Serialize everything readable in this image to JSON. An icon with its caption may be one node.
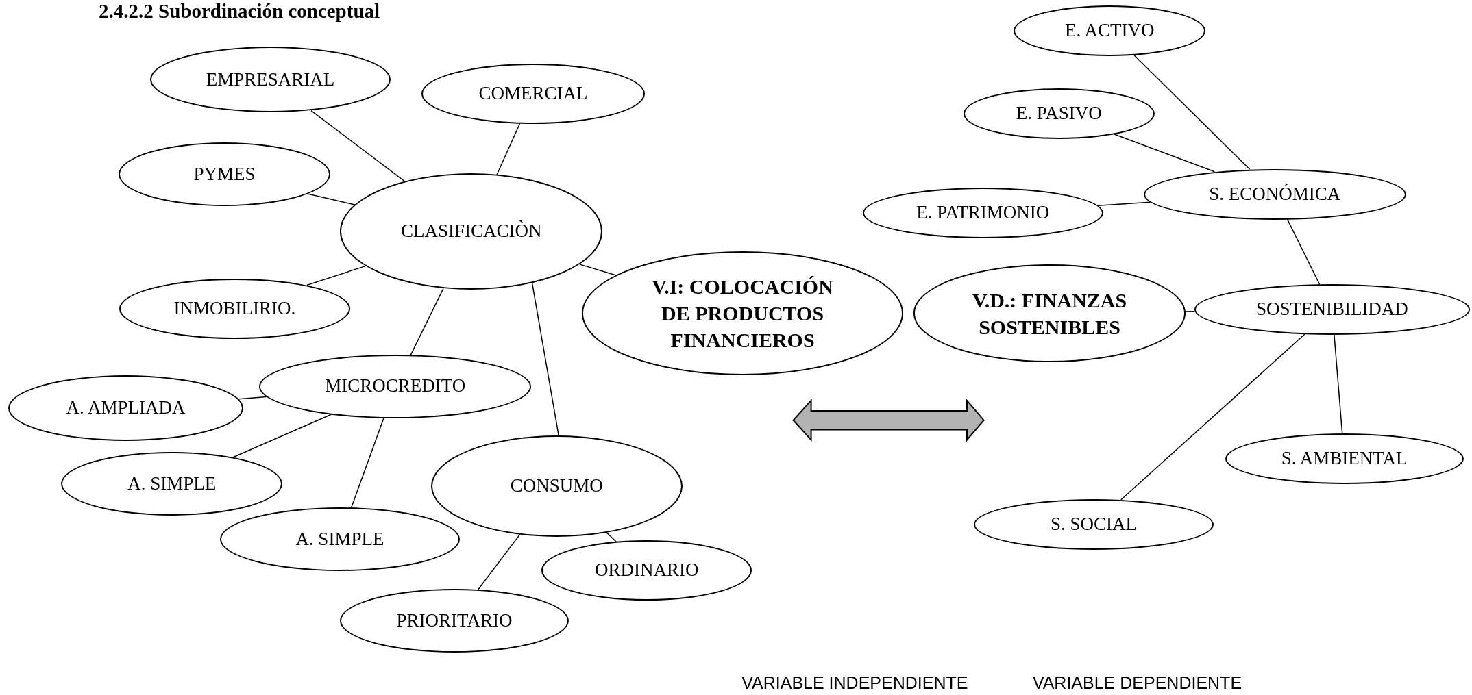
{
  "diagram": {
    "title": "2.4.2.2 Subordinación conceptual",
    "nodes": [
      {
        "text": [
          "EMPRESARIAL"
        ]
      },
      {
        "text": [
          "COMERCIAL"
        ]
      },
      {
        "text": [
          "PYMES"
        ]
      },
      {
        "text": [
          "CLASIFICACIÒN"
        ]
      },
      {
        "text": [
          "INMOBILIRIO."
        ]
      },
      {
        "text": [
          "V.I: COLOCACIÓN DE PRODUCTOS FINANCIEROS"
        ]
      },
      {
        "text": [
          "MICROCREDITO"
        ]
      },
      {
        "text": [
          "A. AMPLIADA"
        ]
      },
      {
        "text": [
          "A. SIMPLE"
        ]
      },
      {
        "text": [
          "CONSUMO"
        ]
      },
      {
        "text": [
          "A. SIMPLE"
        ]
      },
      {
        "text": [
          "ORDINARIO"
        ]
      },
      {
        "text": [
          "PRIORITARIO"
        ]
      },
      {
        "text": [
          "E. ACTIVO"
        ]
      },
      {
        "text": [
          "E. PASIVO"
        ]
      },
      {
        "text": [
          "S. ECONÓMICA"
        ]
      },
      {
        "text": [
          "E. PATRIMONIO"
        ]
      },
      {
        "text": [
          "V.D.: FINANZAS SOSTENIBLES"
        ]
      },
      {
        "text": [
          "SOSTENIBILIDAD"
        ]
      },
      {
        "text": [
          "S. AMBIENTAL"
        ]
      },
      {
        "text": [
          "S. SOCIAL"
        ]
      }
    ],
    "edges": [
      {
        "from": 0,
        "to": 3,
        "arrow": "none"
      },
      {
        "from": 1,
        "to": 3,
        "arrow": "none"
      },
      {
        "from": 2,
        "to": 3,
        "arrow": "none"
      },
      {
        "from": 4,
        "to": 3,
        "arrow": "none"
      },
      {
        "from": 3,
        "to": 5,
        "arrow": "none"
      },
      {
        "from": 3,
        "to": 6,
        "arrow": "none"
      },
      {
        "from": 3,
        "to": 9,
        "arrow": "none"
      },
      {
        "from": 6,
        "to": 7,
        "arrow": "none"
      },
      {
        "from": 6,
        "to": 8,
        "arrow": "none"
      },
      {
        "from": 6,
        "to": 10,
        "arrow": "none"
      },
      {
        "from": 9,
        "to": 11,
        "arrow": "none"
      },
      {
        "from": 9,
        "to": 12,
        "arrow": "none"
      },
      {
        "from": 13,
        "to": 15,
        "arrow": "none"
      },
      {
        "from": 14,
        "to": 15,
        "arrow": "none"
      },
      {
        "from": 16,
        "to": 15,
        "arrow": "none"
      },
      {
        "from": 15,
        "to": 18,
        "arrow": "none"
      },
      {
        "from": 17,
        "to": 18,
        "arrow": "none"
      },
      {
        "from": 18,
        "to": 19,
        "arrow": "none"
      },
      {
        "from": 18,
        "to": 20,
        "arrow": "none"
      }
    ],
    "labels": [
      "VARIABLE INDEPENDIENTE",
      "VARIABLE DEPENDIENTE"
    ]
  }
}
